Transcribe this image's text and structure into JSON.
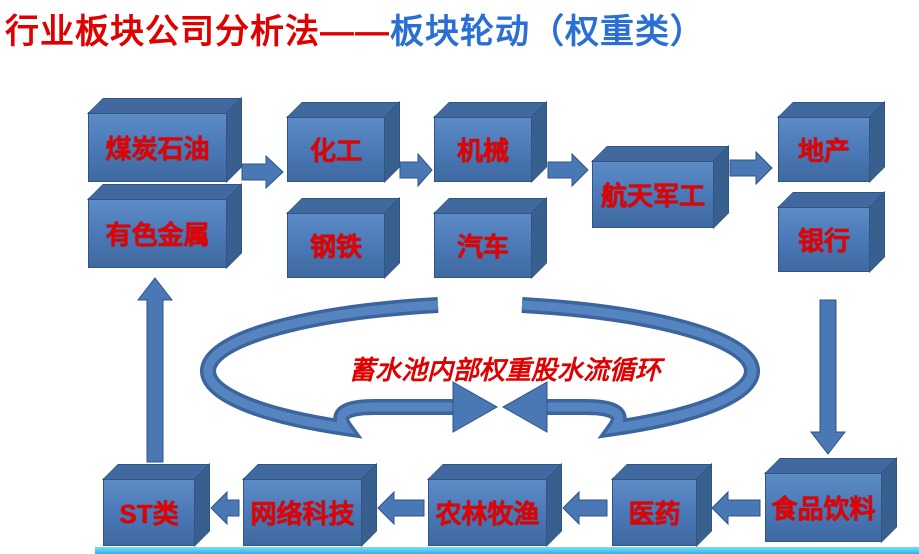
{
  "title": {
    "red": "行业板块公司分析法——",
    "blue": "板块轮动（权重类）"
  },
  "nodes": {
    "coal_oil": "煤炭石油",
    "nonferrous_metal": "有色金属",
    "chemical": "化工",
    "steel": "钢铁",
    "machinery": "机械",
    "auto": "汽车",
    "aerospace_military": "航天军工",
    "real_estate": "地产",
    "bank": "银行",
    "food_beverage": "食品饮料",
    "medicine": "医药",
    "agriculture": "农林牧渔",
    "internet_tech": "网络科技",
    "st_stocks": "ST类"
  },
  "cycle": {
    "label": "蓄水池内部权重股水流循环"
  },
  "colors": {
    "box_front": "#4a78b6",
    "box_top": "#41699f",
    "box_side": "#38608f",
    "arrow_blue": "#4a78b4",
    "node_text_red": "#e80000",
    "title_red": "#e00000",
    "title_blue": "#2a6fd4",
    "bottom_bar_cyan": "#29b6e8"
  }
}
